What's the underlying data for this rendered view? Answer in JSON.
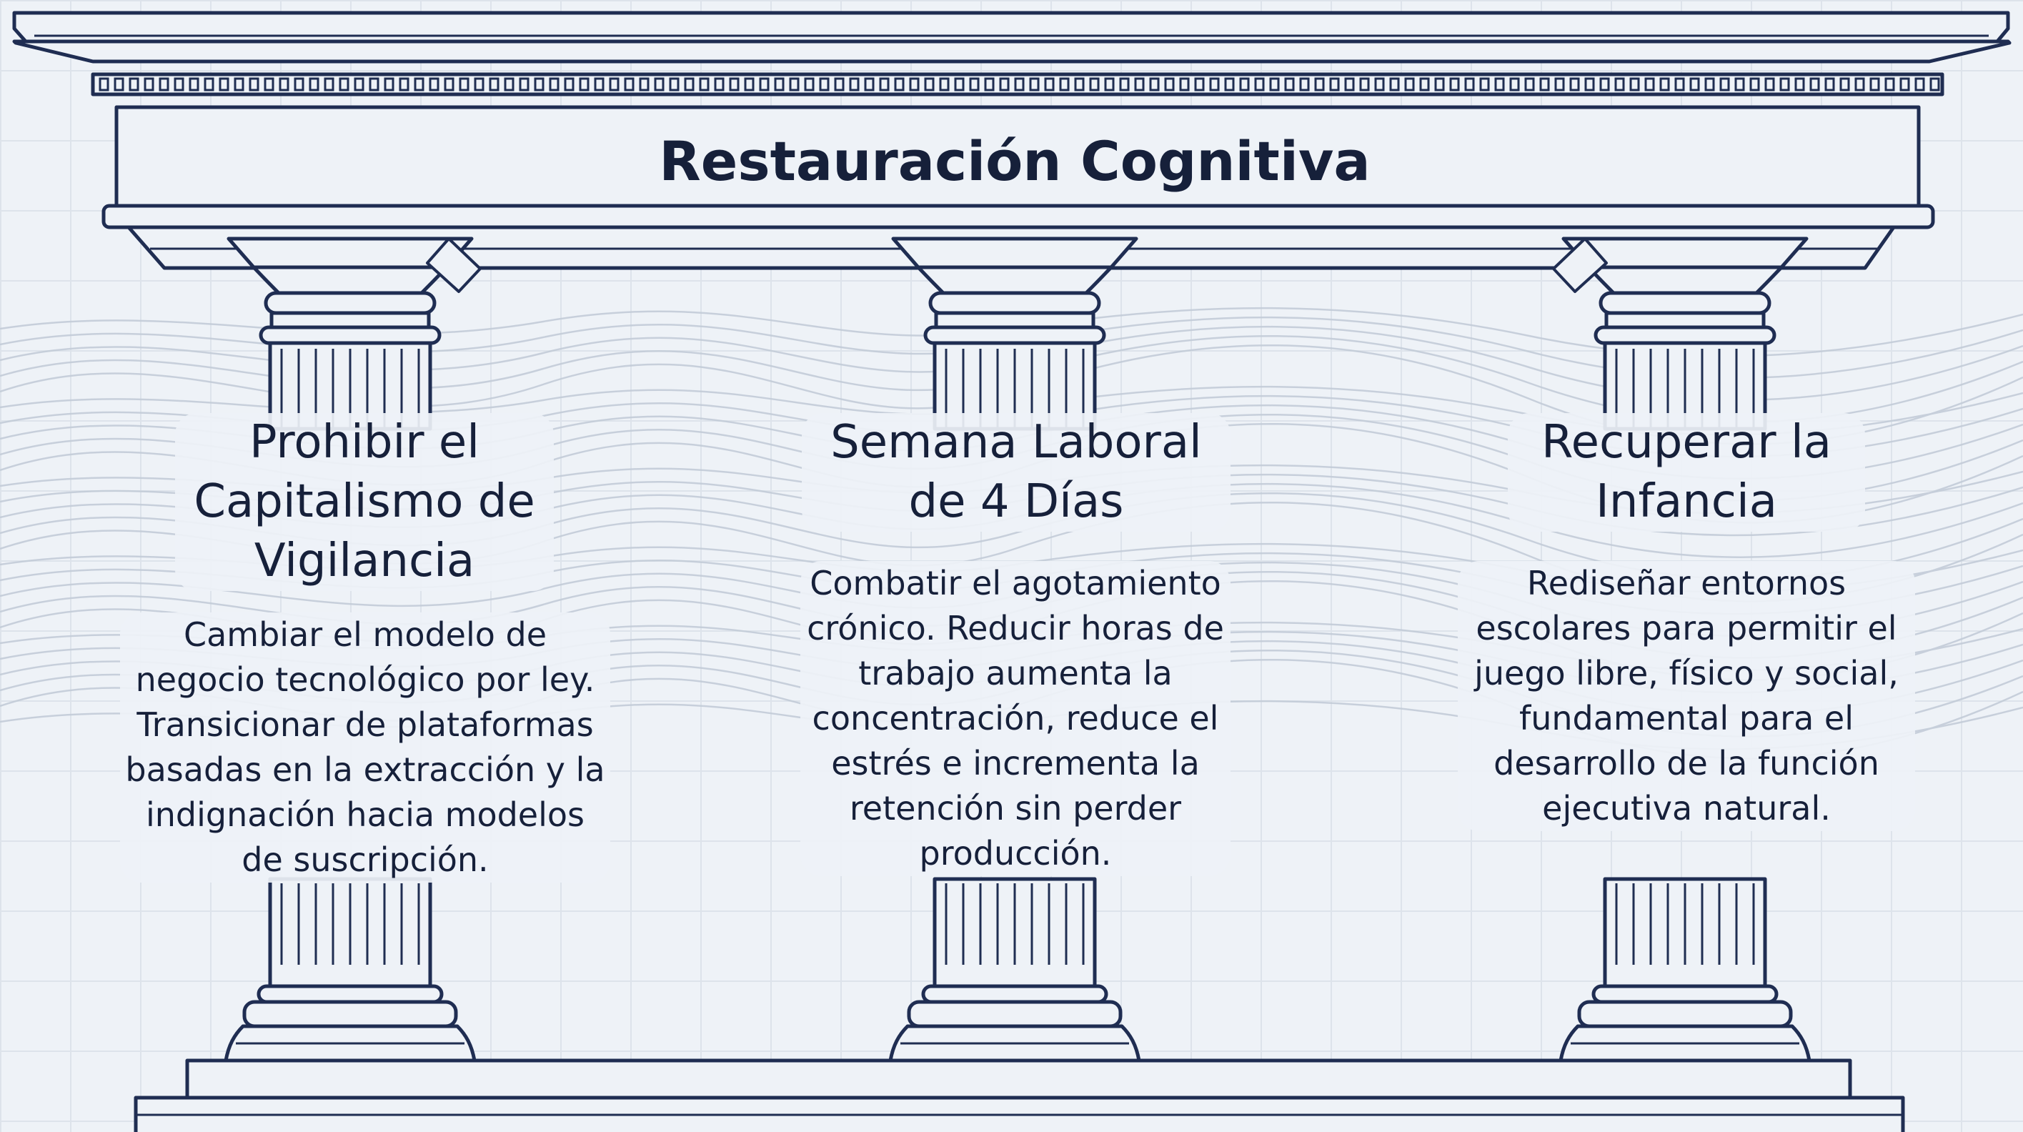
{
  "title": "Restauración Cognitiva",
  "pillars": [
    {
      "title": "Prohibir el Capitalismo de Vigilancia",
      "description": "Cambiar el modelo de negocio tecnológico por ley. Transicionar de plataformas basadas en la extracción y la indignación hacia modelos de suscripción."
    },
    {
      "title": "Semana Laboral de 4 Días",
      "description": "Combatir el agotamiento crónico. Reducir horas de trabajo aumenta la concentración, reduce el estrés e incrementa la retención sin perder producción."
    },
    {
      "title": "Recuperar la Infancia",
      "description": "Rediseñar entornos escolares para permitir el juego libre, físico y social, fundamental para el desarrollo de la función ejecutiva natural."
    }
  ],
  "colors": {
    "line": "#1f2d52",
    "background": "#eef2f7",
    "text": "#16203a"
  }
}
